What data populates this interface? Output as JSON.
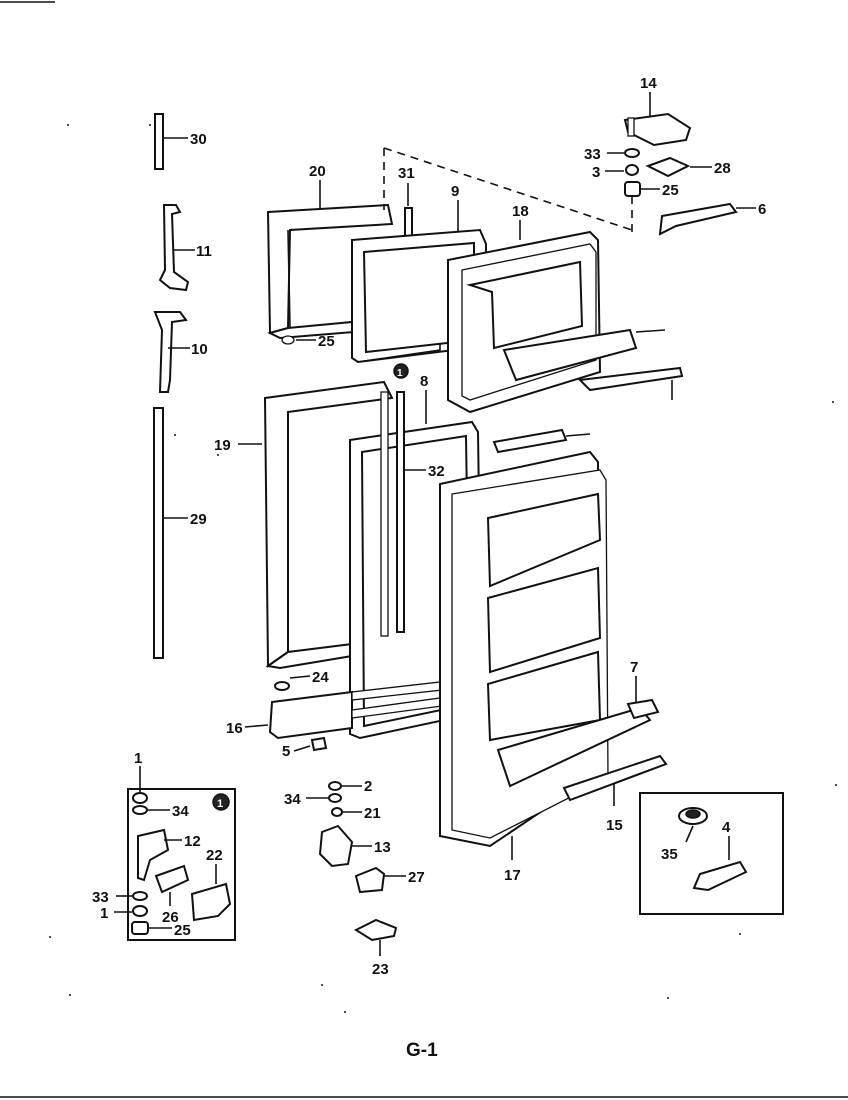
{
  "page_label": "G-1",
  "callouts": {
    "c1_top": "1",
    "c1_box": "1",
    "c2": "2",
    "c3": "3",
    "c4": "4",
    "c5": "5",
    "c6": "6",
    "c7": "7",
    "c8": "8",
    "c9": "9",
    "c10": "10",
    "c11": "11",
    "c12": "12",
    "c13": "13",
    "c14": "14",
    "c15": "15",
    "c16": "16",
    "c17": "17",
    "c18": "18",
    "c19": "19",
    "c20": "20",
    "c21": "21",
    "c22": "22",
    "c23": "23",
    "c24": "24",
    "c25_top": "25",
    "c25_left": "25",
    "c25_box": "25",
    "c26": "26",
    "c27": "27",
    "c28_top": "28",
    "c29": "29",
    "c30": "30",
    "c31": "31",
    "c32": "32",
    "c33_top": "33",
    "c33_box": "33",
    "c34_box": "34",
    "c34_mid": "34",
    "c35": "35",
    "circled_1_door": "1",
    "circled_1_box": "1"
  }
}
